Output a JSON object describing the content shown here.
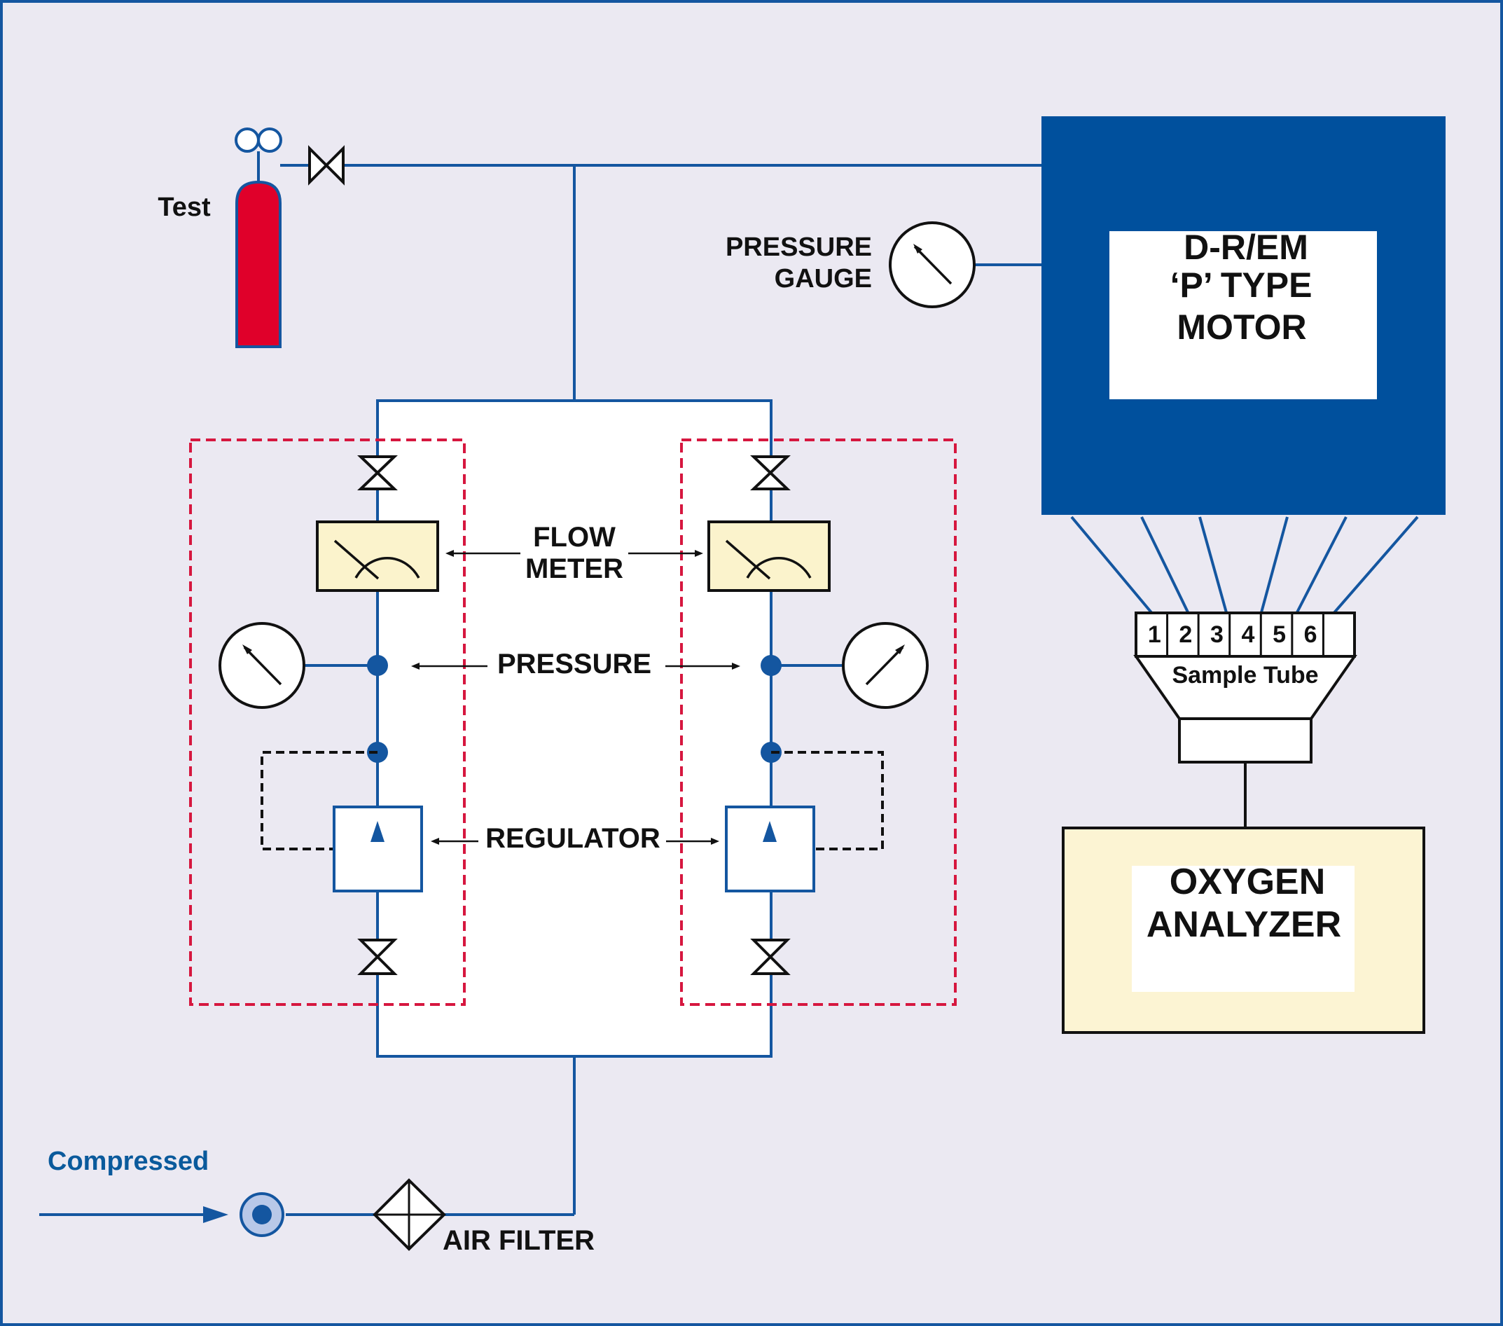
{
  "labels": {
    "test": "Test",
    "pressure_gauge_line1": "PRESSURE",
    "pressure_gauge_line2": "GAUGE",
    "motor_line1": "D-R/EM",
    "motor_line2": "‘P’ TYPE",
    "motor_line3": "MOTOR",
    "flow_line1": "FLOW",
    "flow_line2": "METER",
    "pressure": "PRESSURE",
    "regulator": "REGULATOR",
    "sample_tube": "Sample Tube",
    "oxygen_line1": "OXYGEN",
    "oxygen_line2": "ANALYZER",
    "compressed": "Compressed",
    "air_filter": "AIR FILTER"
  },
  "sample_tube_ports": [
    "1",
    "2",
    "3",
    "4",
    "5",
    "6"
  ],
  "colors": {
    "background": "#ebe9f2",
    "pipe": "#1456a0",
    "motor_block": "#00509d",
    "cylinder": "#e0002a",
    "dashed_box": "#d6173f",
    "meter_fill": "#fbf3cc",
    "analyzer_fill": "#fcf4d3",
    "compressed_text": "#0a5a9c"
  }
}
